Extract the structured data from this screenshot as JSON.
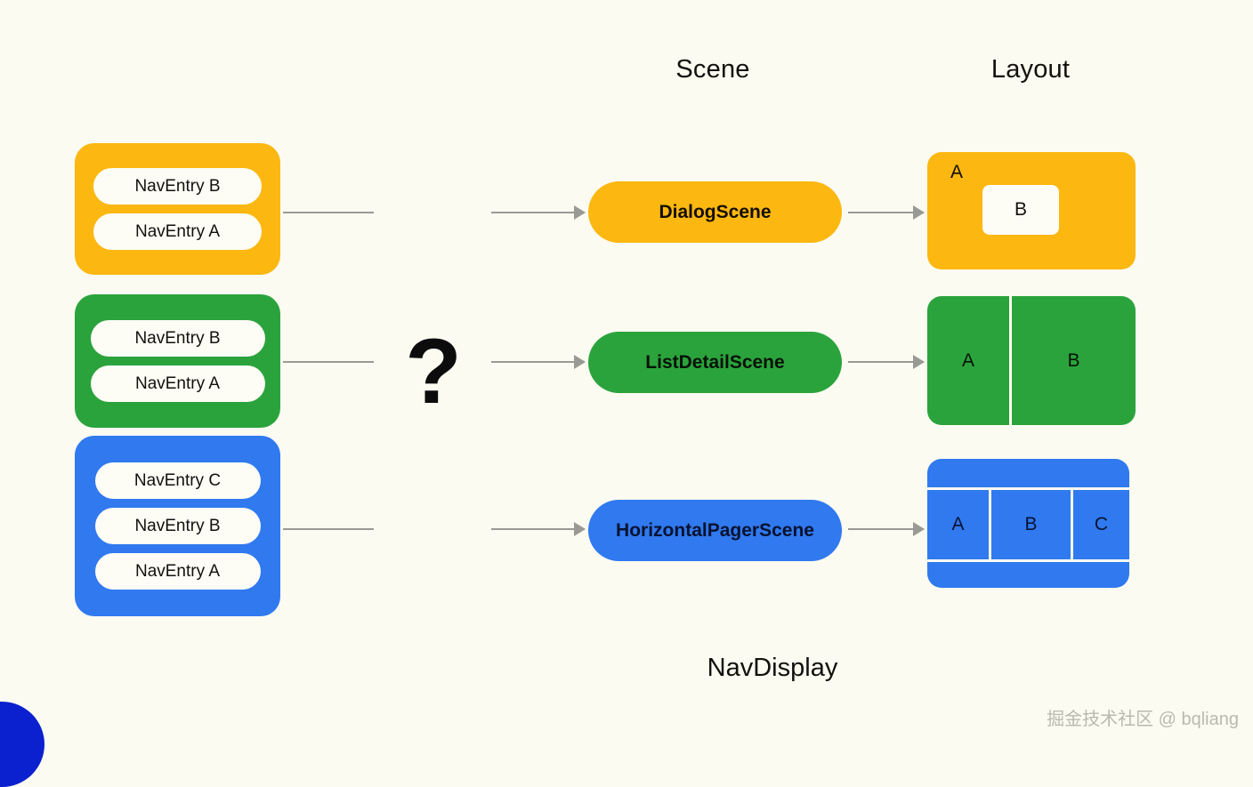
{
  "headers": {
    "scene": "Scene",
    "layout": "Layout"
  },
  "caption": "NavDisplay",
  "unknown_marker": "?",
  "watermark": "掘金技术社区 @ bqliang",
  "colors": {
    "background": "#fbfbf1",
    "amber": "#fcb711",
    "green": "#2ba33c",
    "blue": "#3079ef",
    "entry_pill": "#fdfdf6",
    "connector": "#9a9a95",
    "text_dark": "#14100c",
    "corner_accent": "#0b21cf"
  },
  "rows": [
    {
      "color_name": "amber",
      "back_stack": {
        "entries": [
          "NavEntry B",
          "NavEntry A"
        ]
      },
      "scene": {
        "label": "DialogScene"
      },
      "layout": {
        "kind": "dialog",
        "background_label": "A",
        "dialog_label": "B"
      }
    },
    {
      "color_name": "green",
      "back_stack": {
        "entries": [
          "NavEntry B",
          "NavEntry A"
        ]
      },
      "scene": {
        "label": "ListDetailScene"
      },
      "layout": {
        "kind": "list-detail",
        "pane_a_label": "A",
        "pane_b_label": "B"
      }
    },
    {
      "color_name": "blue",
      "back_stack": {
        "entries": [
          "NavEntry C",
          "NavEntry B",
          "NavEntry A"
        ]
      },
      "scene": {
        "label": "HorizontalPagerScene"
      },
      "layout": {
        "kind": "horizontal-pager",
        "pane_a_label": "A",
        "pane_b_label": "B",
        "pane_c_label": "C"
      }
    }
  ]
}
